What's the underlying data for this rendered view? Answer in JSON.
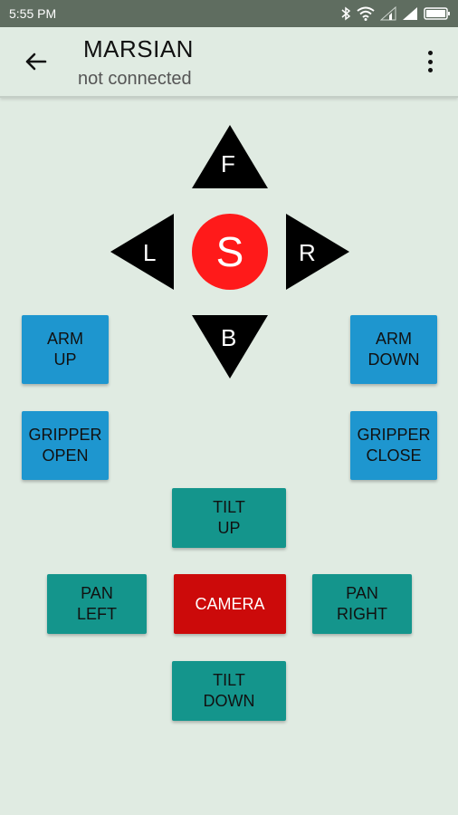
{
  "status_bar": {
    "time": "5:55 PM",
    "icons": [
      "bluetooth-icon",
      "wifi-icon",
      "signal-icon",
      "signal-icon",
      "battery-icon"
    ]
  },
  "app_bar": {
    "title": "MARSIAN",
    "subtitle": "not connected",
    "back_icon": "arrow-left-icon",
    "menu_icon": "more-vert-icon"
  },
  "direction_pad": {
    "forward": "F",
    "left": "L",
    "stop": "S",
    "right": "R",
    "back": "B",
    "colors": {
      "arrows": "#000000",
      "stop": "#ff1a1a"
    }
  },
  "arm_controls": {
    "arm_up": "ARM\nUP",
    "arm_down": "ARM\nDOWN",
    "gripper_open": "GRIPPER\nOPEN",
    "gripper_close": "GRIPPER\nCLOSE",
    "color": "#1e96cf"
  },
  "camera_controls": {
    "tilt_up": "TILT\nUP",
    "pan_left": "PAN\nLEFT",
    "camera": "CAMERA",
    "pan_right": "PAN\nRIGHT",
    "tilt_down": "TILT\nDOWN",
    "colors": {
      "pan_tilt": "#14958c",
      "camera": "#cc0a0a"
    }
  }
}
